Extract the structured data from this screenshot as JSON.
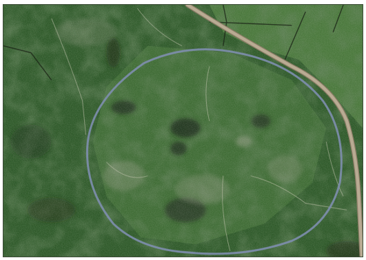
{
  "map": {
    "view": "satellite",
    "label_text": "",
    "colors": {
      "vegetation": "#2f5a2a",
      "vegetation_light": "#4f7e3f",
      "rock": "#9aa08c",
      "dark_patch": "#1e2a1a",
      "boundary": "#7f8fb0",
      "road": "#b9ab93",
      "road_edge": "#8a7c66"
    },
    "features": [
      {
        "name": "boundary-ring",
        "kind": "outline"
      },
      {
        "name": "main-road",
        "kind": "road"
      },
      {
        "name": "field-walls",
        "kind": "lines"
      },
      {
        "name": "footpaths",
        "kind": "paths"
      }
    ]
  }
}
